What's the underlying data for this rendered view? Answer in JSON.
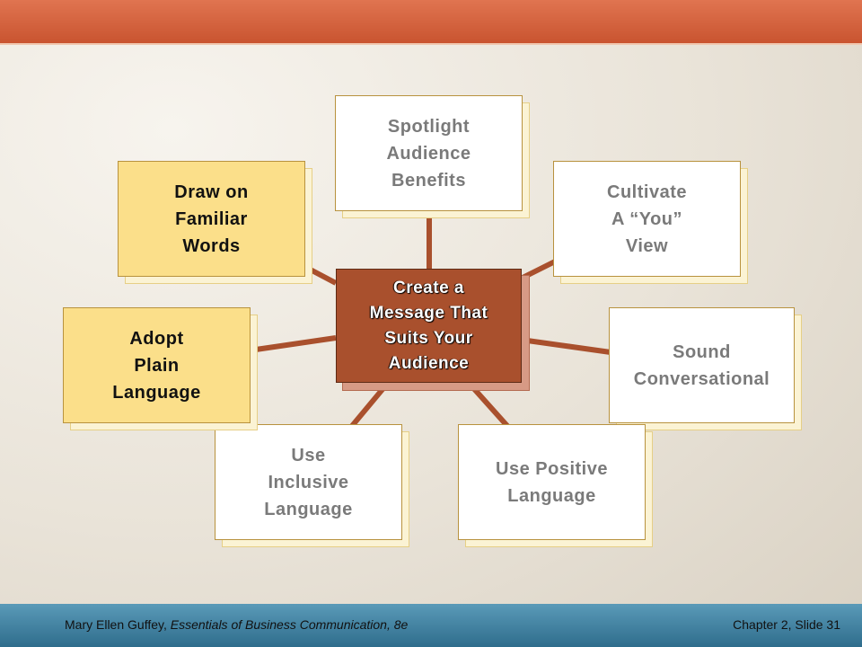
{
  "diagram": {
    "center": "Create a\nMessage That\nSuits Your\nAudience",
    "nodes": {
      "spotlight": "Spotlight\nAudience\nBenefits",
      "you_view": "Cultivate\nA “You”\nView",
      "conversational": "Sound\nConversational",
      "positive": "Use Positive\nLanguage",
      "inclusive": "Use\nInclusive\nLanguage",
      "plain": "Adopt\nPlain\nLanguage",
      "familiar": "Draw on\nFamiliar\nWords"
    }
  },
  "footer": {
    "author": "Mary Ellen Guffey, ",
    "book": "Essentials of Business Communication,  8e",
    "slide": "Chapter  2, Slide 31"
  },
  "colors": {
    "top_bar": "#d8623c",
    "bottom_bar": "#3f7f9f",
    "center_box": "#a9502d",
    "highlight_box": "#fbdf8a",
    "connector": "#a9502d"
  }
}
